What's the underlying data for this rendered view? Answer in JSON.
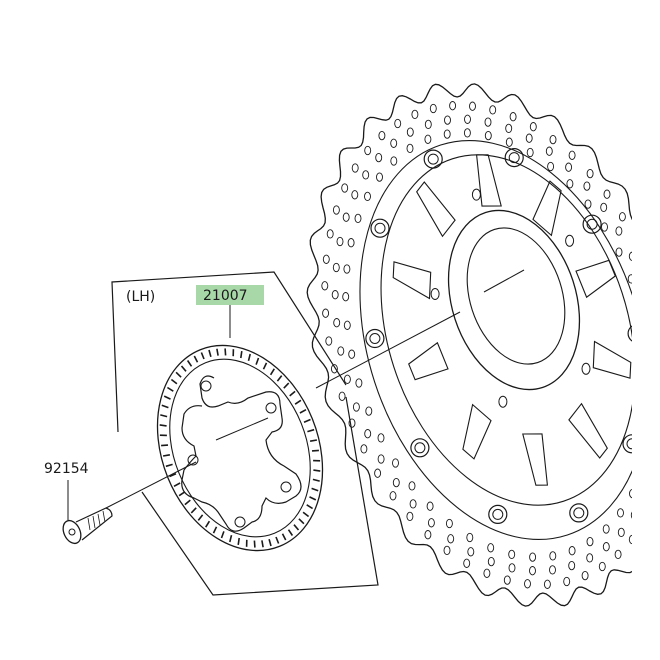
{
  "diagram": {
    "group_label": "(LH)",
    "highlighted_part": "21007",
    "bolt_part": "92154",
    "highlight_color": "#a8d8a8",
    "line_color": "#1a1a1a"
  }
}
